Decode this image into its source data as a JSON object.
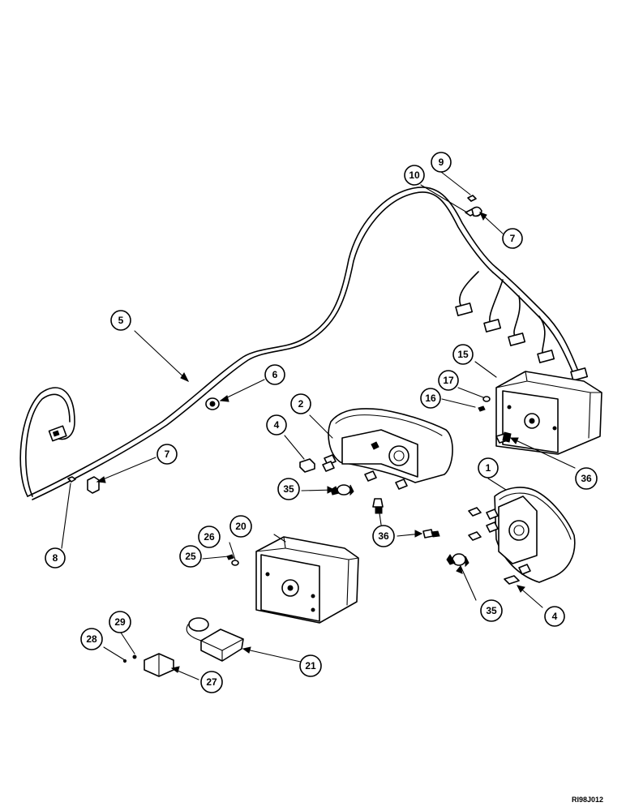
{
  "drawing_ref": "RI98J012",
  "callouts": [
    {
      "id": "c9",
      "label": "9"
    },
    {
      "id": "c10",
      "label": "10"
    },
    {
      "id": "c7a",
      "label": "7"
    },
    {
      "id": "c5",
      "label": "5"
    },
    {
      "id": "c6",
      "label": "6"
    },
    {
      "id": "c15",
      "label": "15"
    },
    {
      "id": "c17",
      "label": "17"
    },
    {
      "id": "c16",
      "label": "16"
    },
    {
      "id": "c2",
      "label": "2"
    },
    {
      "id": "c4a",
      "label": "4"
    },
    {
      "id": "c7b",
      "label": "7"
    },
    {
      "id": "c8",
      "label": "8"
    },
    {
      "id": "c35a",
      "label": "35"
    },
    {
      "id": "c36a",
      "label": "36"
    },
    {
      "id": "c1",
      "label": "1"
    },
    {
      "id": "c36b",
      "label": "36"
    },
    {
      "id": "c20",
      "label": "20"
    },
    {
      "id": "c26",
      "label": "26"
    },
    {
      "id": "c25",
      "label": "25"
    },
    {
      "id": "c35b",
      "label": "35"
    },
    {
      "id": "c4b",
      "label": "4"
    },
    {
      "id": "c29",
      "label": "29"
    },
    {
      "id": "c28",
      "label": "28"
    },
    {
      "id": "c21",
      "label": "21"
    },
    {
      "id": "c27",
      "label": "27"
    }
  ]
}
